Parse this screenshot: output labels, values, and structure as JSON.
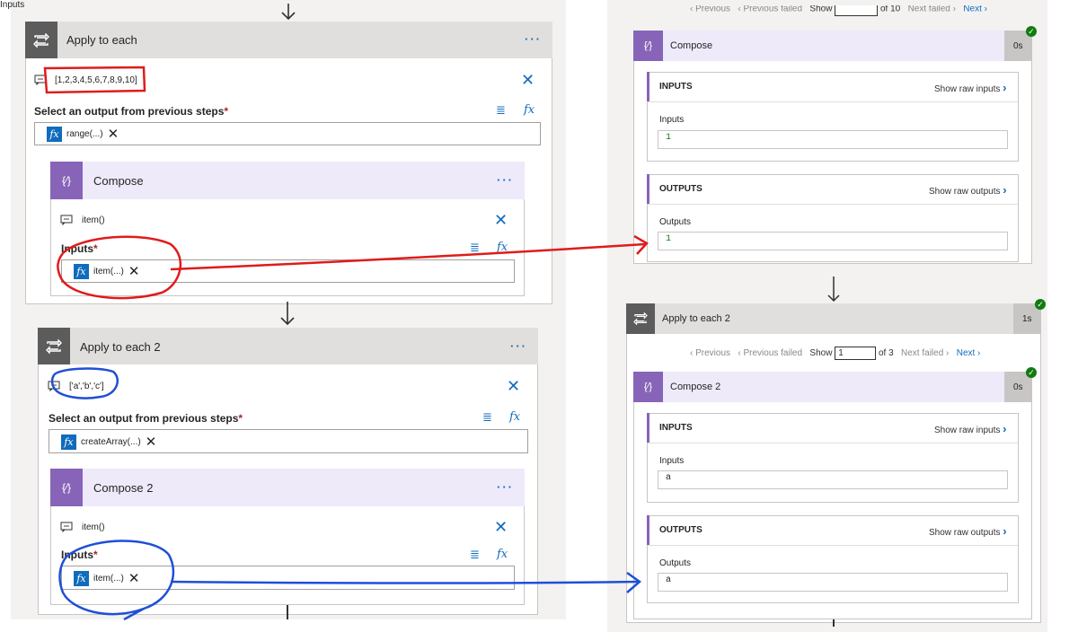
{
  "colors": {
    "accent": "#0f6cbd",
    "purple": "#8764b8",
    "loop_grey": "#5c5c5c",
    "success": "#107c10",
    "annot_red": "#e01b1b",
    "annot_blue": "#1f4fd6"
  },
  "left": {
    "loop1": {
      "title": "Apply to each",
      "annotation": "[1,2,3,4,5,6,7,8,9,10]",
      "select_label": "Select an output from previous steps",
      "required": "*",
      "token": "range(...)",
      "compose": {
        "title": "Compose",
        "annotation": "item()",
        "inputs_label": "Inputs",
        "required": "*",
        "token": "item(...)"
      }
    },
    "loop2": {
      "title": "Apply to each 2",
      "annotation": "['a','b','c']",
      "select_label": "Select an output from previous steps",
      "required": "*",
      "token": "createArray(...)",
      "compose": {
        "title": "Compose 2",
        "annotation": "item()",
        "inputs_label": "Inputs",
        "required": "*",
        "token": "item(...)"
      }
    }
  },
  "right": {
    "top_nav": {
      "previous": "Previous",
      "previous_failed": "Previous failed",
      "show": "Show",
      "of": "of 10",
      "next_failed": "Next failed",
      "next": "Next"
    },
    "compose": {
      "title": "Compose",
      "duration": "0s",
      "inputs_header": "INPUTS",
      "show_raw_inputs": "Show raw inputs",
      "inputs_label": "Inputs",
      "inputs_value": "1",
      "outputs_header": "OUTPUTS",
      "show_raw_outputs": "Show raw outputs",
      "outputs_label": "Outputs",
      "outputs_value": "1"
    },
    "loop2": {
      "title": "Apply to each 2",
      "duration": "1s",
      "nav": {
        "previous": "Previous",
        "previous_failed": "Previous failed",
        "show": "Show",
        "current": "1",
        "of": "of 3",
        "next_failed": "Next failed",
        "next": "Next"
      }
    },
    "compose2": {
      "title": "Compose 2",
      "duration": "0s",
      "inputs_header": "INPUTS",
      "show_raw_inputs": "Show raw inputs",
      "inputs_label": "Inputs",
      "inputs_value": "a",
      "outputs_header": "OUTPUTS",
      "show_raw_outputs": "Show raw outputs",
      "outputs_label": "Outputs",
      "outputs_value": "a"
    }
  }
}
